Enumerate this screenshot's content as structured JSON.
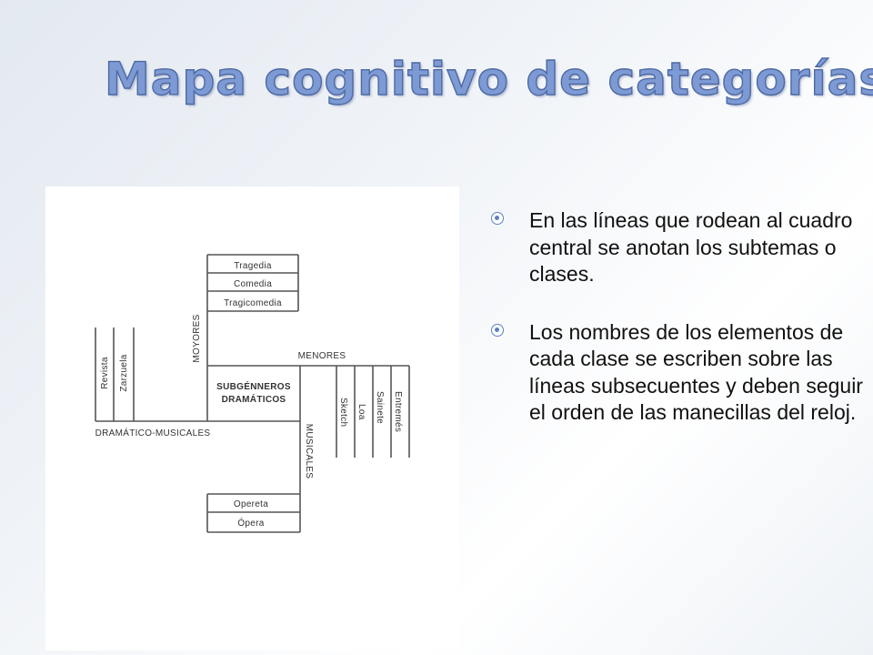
{
  "title": "Mapa cognitivo de categorías",
  "bullets": [
    {
      "text": "En las líneas que rodean al cuadro central se anotan los subtemas o clases."
    },
    {
      "text": "Los nombres de los elementos de cada clase se escriben sobre las líneas subsecuentes y deben seguir el orden de las manecillas del reloj."
    }
  ],
  "diagram": {
    "center": [
      "SUBGÉNNEROS",
      "DRAMÁTICOS"
    ],
    "categories": {
      "top": "MOYORES",
      "right": "MENORES",
      "bottom": "MUSICALES",
      "left": "DRAMÁTICO-MUSICALES"
    },
    "items": {
      "top": [
        "Tragedia",
        "Comedia",
        "Tragicomedia"
      ],
      "right": [
        "Sketch",
        "Loa",
        "Sainete",
        "Entremés"
      ],
      "bottom": [
        "Opereta",
        "Ópera"
      ],
      "left": [
        "Revista",
        "Zarzuela"
      ]
    }
  },
  "colors": {
    "title_fill": "#7e9ad4",
    "title_stroke": "#4d6aa4",
    "bullet": "#5e7fc2"
  },
  "icons": {
    "bullet": "circled-dot-icon"
  }
}
